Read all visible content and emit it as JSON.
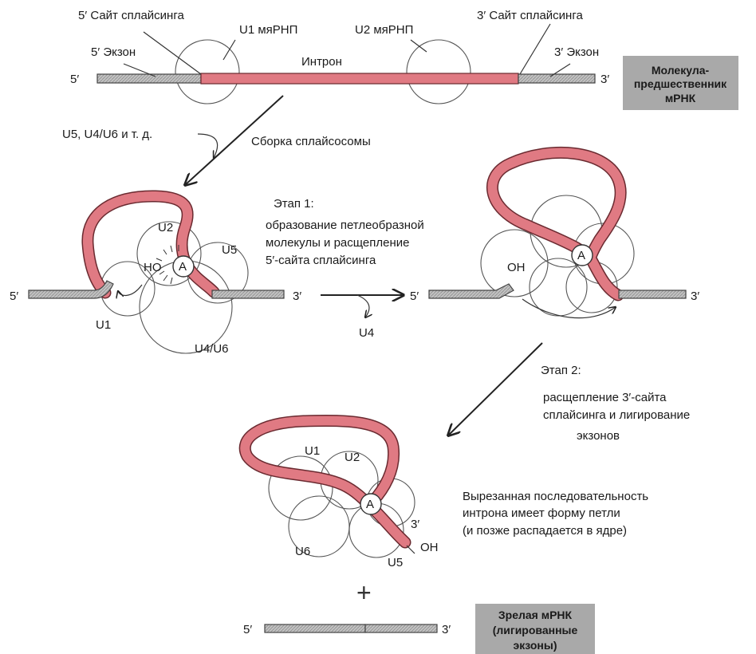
{
  "top": {
    "five_site": "5′ Сайт сплайсинга",
    "u1": "U1 мяРНП",
    "u2": "U2 мяРНП",
    "three_site": "3′ Сайт сплайсинга",
    "five_exon": "5′ Экзон",
    "three_exon": "3′ Экзон",
    "intron": "Интрон",
    "end5": "5′",
    "end3": "3′",
    "precursor_box": [
      "Молекула-",
      "предшественник",
      "мРНК"
    ]
  },
  "assembly": {
    "factors": "U5, U4/U6 и т. д.",
    "label": "Сборка сплайсосомы"
  },
  "left_complex": {
    "u2": "U2",
    "u5": "U5",
    "u1": "U1",
    "u4u6": "U4/U6",
    "ho": "HO",
    "a": "A",
    "end5": "5′",
    "end3": "3′"
  },
  "step1": {
    "title": "Этап 1:",
    "lines": [
      "образование петлеобразной",
      "молекулы и расщепление",
      "5′-сайта сплайсинга"
    ],
    "released": "U4"
  },
  "right_complex": {
    "oh": "OH",
    "a": "A",
    "end5": "5′",
    "end3": "3′"
  },
  "step2": {
    "title": "Этап 2:",
    "lines": [
      "расщепление 3′-сайта",
      "сплайсинга и лигирование",
      "экзонов"
    ]
  },
  "lariat": {
    "u1": "U1",
    "u2": "U2",
    "u6": "U6",
    "u5": "U5",
    "a": "A",
    "end3": "3′",
    "oh": "OH",
    "caption": [
      "Вырезанная последовательность",
      "интрона имеет форму петли",
      "(и позже распадается в ядре)"
    ]
  },
  "plus": "+",
  "mature": {
    "end5": "5′",
    "end3": "3′",
    "box": [
      "Зрелая мРНК",
      "(лигированные",
      "экзоны)"
    ]
  },
  "colors": {
    "intron": "#e07a83",
    "exon": "#b9b9b9",
    "box": "#a9a9a9"
  }
}
